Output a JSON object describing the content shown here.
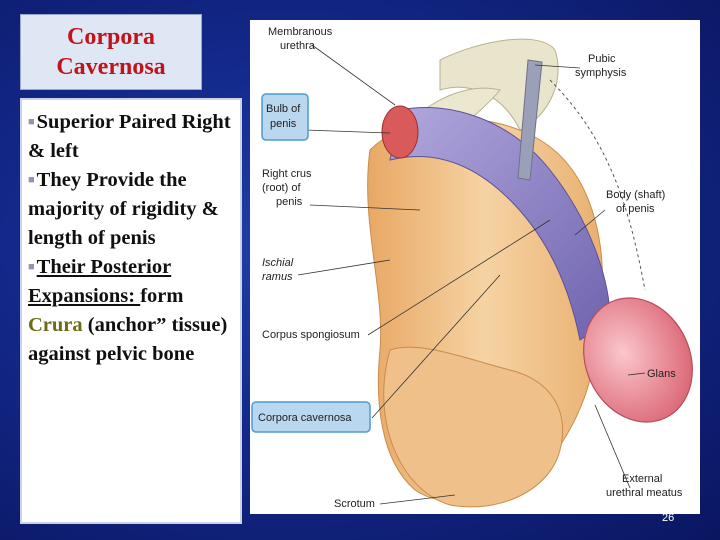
{
  "title": {
    "line1": "Corpora",
    "line2": "Cavernosa"
  },
  "bullets": {
    "b1_text": "Superior Paired Right & left",
    "b2_text": "They Provide the majority of rigidity & length of penis",
    "b3_underlined": "Their Posterior Expansions: ",
    "b3_after": "form ",
    "b3_highlight": "Crura",
    "b3_end": " (anchor” tissue) against pelvic bone"
  },
  "labels": {
    "membranous_1": "Membranous",
    "membranous_2": "urethra",
    "pubic_1": "Pubic",
    "pubic_2": "symphysis",
    "bulb_1": "Bulb of",
    "bulb_2": "penis",
    "crus_1": "Right crus",
    "crus_2": "(root) of",
    "crus_3": "penis",
    "ischial_1": "Ischial",
    "ischial_2": "ramus",
    "body_1": "Body (shaft)",
    "body_2": "of penis",
    "spongiosum": "Corpus spongiosum",
    "glans": "Glans",
    "cavernosa": "Corpora cavernosa",
    "meatus_1": "External",
    "meatus_2": "urethral meatus",
    "scrotum": "Scrotum"
  },
  "page_number": "26",
  "colors": {
    "title_red": "#c0141c",
    "crura": "#6b6b1a",
    "callout_fill": "#b9d7ee",
    "callout_border": "#4f9bd3",
    "skin": "#f1c48f",
    "shaft_purple": "#8a7fc6",
    "glans_pink": "#e98a96"
  }
}
